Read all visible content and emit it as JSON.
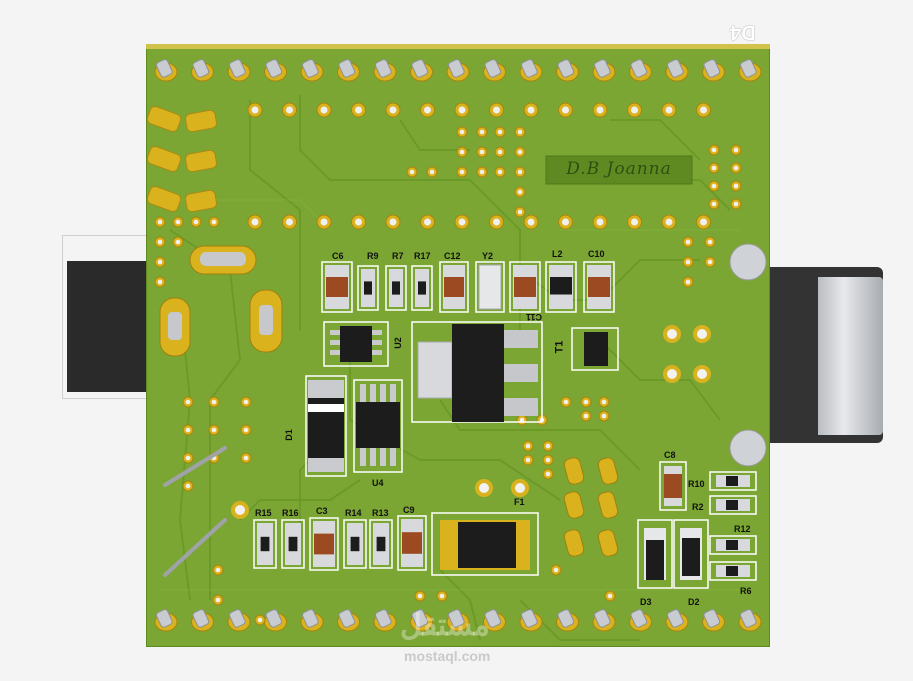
{
  "board": {
    "signature": "D.B Joanna",
    "corner_mark": "D4",
    "watermark_logo": "مستقل",
    "watermark_url": "mostaql.com"
  },
  "components": {
    "C6": "C6",
    "R9": "R9",
    "R7": "R7",
    "R17": "R17",
    "C12": "C12",
    "Y2": "Y2",
    "C11": "C11",
    "L2": "L2",
    "C10": "C10",
    "U2": "U2",
    "T1": "T1",
    "D1": "D1",
    "U4": "U4",
    "F1": "F1",
    "C8": "C8",
    "R10": "R10",
    "R2": "R2",
    "R12": "R12",
    "R6": "R6",
    "D3": "D3",
    "D2": "D2",
    "R15": "R15",
    "R16": "R16",
    "C3": "C3",
    "R14": "R14",
    "R13": "R13",
    "C9": "C9"
  },
  "colors": {
    "background": "#f4f4f4",
    "pcb": "#7aa533",
    "pcb_dark": "#5f8a1f",
    "trace": "#6c9a28",
    "gold": "#d9b21e",
    "pin_silver": "#c9ccd0",
    "silkscreen": "#ffffff",
    "ic_body": "#1c1c1c",
    "cap_body": "#9b4a22",
    "connector": "#2d2d2d"
  }
}
